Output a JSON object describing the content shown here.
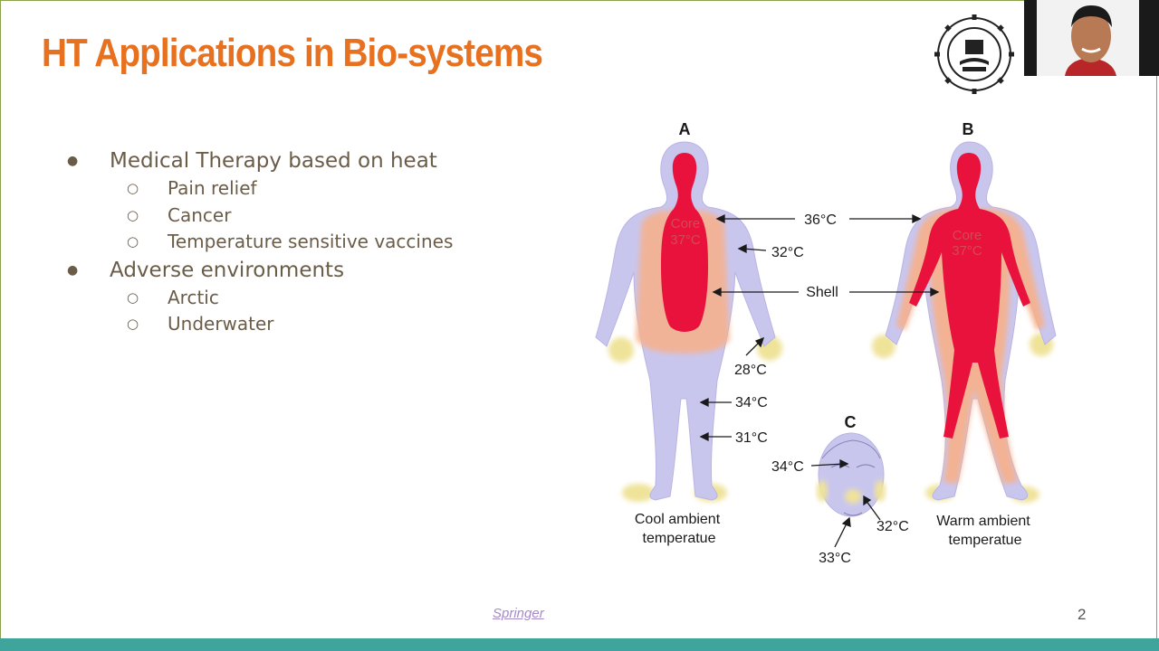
{
  "slide": {
    "title": "HT Applications in Bio-systems",
    "page_number": "2",
    "source_link": "Springer"
  },
  "bullets": [
    {
      "label": "Medical Therapy based on heat",
      "children": [
        "Pain relief",
        "Cancer",
        "Temperature sensitive vaccines"
      ]
    },
    {
      "label": "Adverse environments",
      "children": [
        "Arctic",
        "Underwater"
      ]
    }
  ],
  "bullet_symbols": {
    "level1": "●",
    "level2": "○"
  },
  "figure": {
    "panel_a": "A",
    "panel_b": "B",
    "panel_c": "C",
    "core_label": "Core",
    "core_temp": "37°C",
    "shell_label": "Shell",
    "temp_36": "36°C",
    "temp_32_a": "32°C",
    "temp_28": "28°C",
    "temp_34_a": "34°C",
    "temp_31": "31°C",
    "temp_34_c": "34°C",
    "temp_32_c": "32°C",
    "temp_33": "33°C",
    "caption_a_1": "Cool ambient",
    "caption_a_2": "temperatue",
    "caption_b_1": "Warm ambient",
    "caption_b_2": "temperatue"
  },
  "colors": {
    "title": "#e8711f",
    "text": "#6b5c48",
    "core": "#e8123c",
    "shell": "#f7b08a",
    "body": "#c9c6ee",
    "extremity": "#efe39a",
    "accent_bar": "#3fa59c"
  }
}
